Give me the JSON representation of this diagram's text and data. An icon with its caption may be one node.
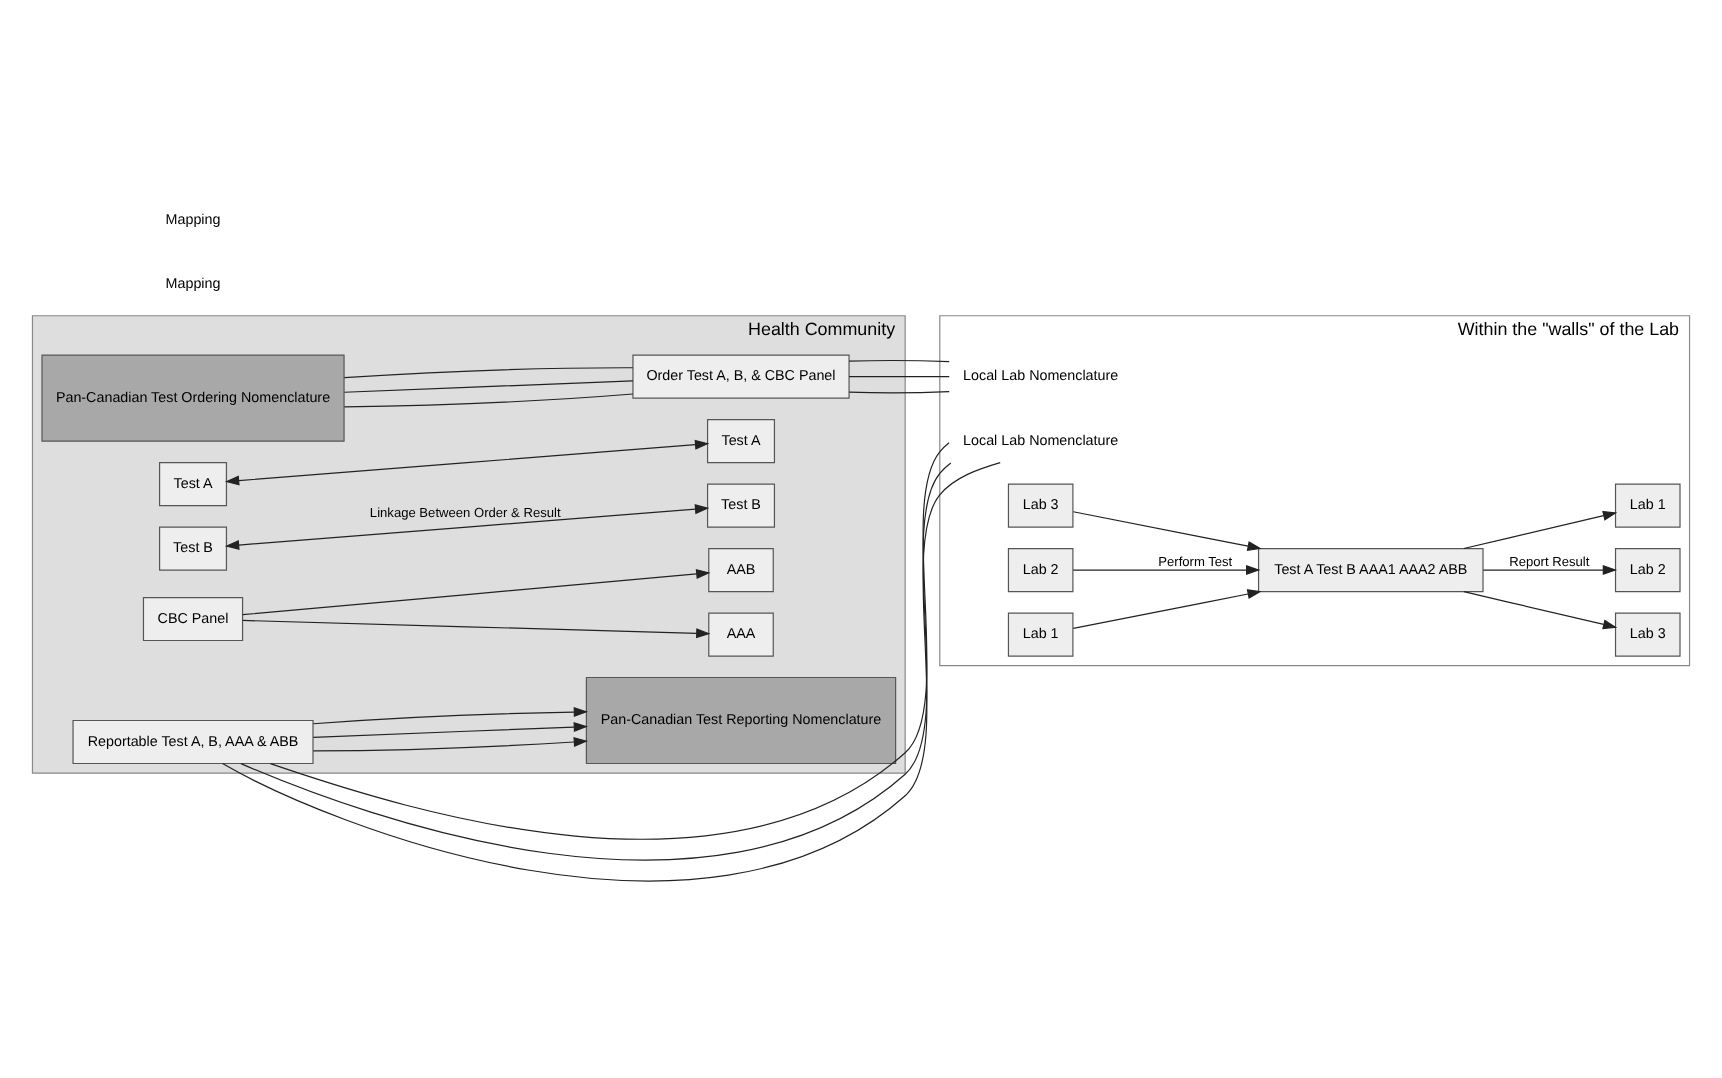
{
  "diagram": {
    "nodes": [
      {
        "text": [
          "Health Community"
        ]
      },
      {
        "text": [
          "Pan-Canadian Test Ordering Nomenclature"
        ],
        "in": 0
      },
      {
        "text": [
          "Test A"
        ],
        "in": 0
      },
      {
        "text": [
          "Test B"
        ],
        "in": 0
      },
      {
        "text": [
          "CBC Panel"
        ],
        "in": 0
      },
      {
        "text": [
          "Test A"
        ],
        "in": 0
      },
      {
        "text": [
          "Test B"
        ],
        "in": 0
      },
      {
        "text": [
          "AAA"
        ],
        "in": 0
      },
      {
        "text": [
          "AAB"
        ],
        "in": 0
      },
      {
        "text": [
          "Pan-Canadian Test Reporting Nomenclature"
        ],
        "in": 0
      },
      {
        "text": [
          "Order Test A, B, & CBC Panel"
        ],
        "in": 0
      },
      {
        "text": [
          "Reportable Test A, B, AAA & ABB"
        ],
        "in": 0
      },
      {
        "text": [
          "Within the \"walls\" of the Lab"
        ]
      },
      {
        "text": [
          "Local Lab Nomenclature"
        ],
        "in": 12
      },
      {
        "text": [
          "Local Lab Nomenclature"
        ],
        "in": 12
      },
      {
        "text": [
          "Lab 3"
        ],
        "in": 12
      },
      {
        "text": [
          "Lab 2"
        ],
        "in": 12
      },
      {
        "text": [
          "Lab 1"
        ],
        "in": 12
      },
      {
        "text": [
          "Test A Test B AAA1 AAA2 ABB"
        ],
        "in": 12
      },
      {
        "text": [
          "Lab 3"
        ],
        "in": 12
      },
      {
        "text": [
          "Lab 2"
        ],
        "in": 12
      },
      {
        "text": [
          "Lab 1"
        ],
        "in": 12
      }
    ],
    "edges": [
      {
        "from": 2,
        "to": 5,
        "arrow": "both"
      },
      {
        "from": 3,
        "to": 6,
        "arrow": "both",
        "label": "Linkage Between Order & Result"
      },
      {
        "from": 4,
        "to": 7,
        "arrow": "to"
      },
      {
        "from": 4,
        "to": 8,
        "arrow": "to"
      },
      {
        "from": 1,
        "to": 10,
        "arrow": "none"
      },
      {
        "from": 1,
        "to": 10,
        "arrow": "none"
      },
      {
        "from": 1,
        "to": 10,
        "arrow": "none"
      },
      {
        "from": 11,
        "to": 9,
        "arrow": "to"
      },
      {
        "from": 11,
        "to": 9,
        "arrow": "to"
      },
      {
        "from": 11,
        "to": 9,
        "arrow": "to"
      },
      {
        "from": 10,
        "to": 13,
        "arrow": "none"
      },
      {
        "from": 10,
        "to": 13,
        "arrow": "none"
      },
      {
        "from": 10,
        "to": 13,
        "arrow": "none"
      },
      {
        "from": 11,
        "to": 14,
        "arrow": "none"
      },
      {
        "from": 11,
        "to": 14,
        "arrow": "none"
      },
      {
        "from": 11,
        "to": 14,
        "arrow": "none"
      },
      {
        "from": 15,
        "to": 18,
        "arrow": "to"
      },
      {
        "from": 16,
        "to": 18,
        "arrow": "to",
        "label": "Perform Test"
      },
      {
        "from": 17,
        "to": 18,
        "arrow": "to"
      },
      {
        "from": 18,
        "to": 19,
        "arrow": "to"
      },
      {
        "from": 18,
        "to": 20,
        "arrow": "to",
        "label": "Report Result"
      },
      {
        "from": 18,
        "to": 21,
        "arrow": "to"
      }
    ],
    "labels": [
      "Mapping",
      "Mapping"
    ]
  }
}
